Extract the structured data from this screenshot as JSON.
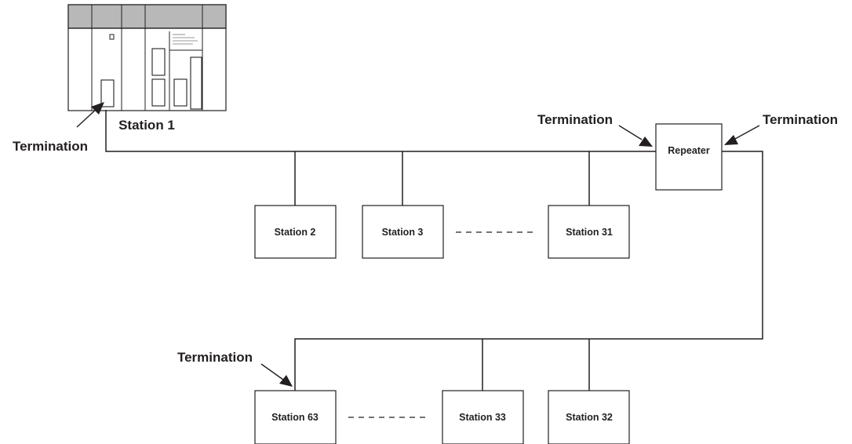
{
  "diagram": {
    "plc": {
      "label": "Station 1"
    },
    "repeater": {
      "label": "Repeater"
    },
    "stations": {
      "s2": "Station 2",
      "s3": "Station 3",
      "s31": "Station 31",
      "s63": "Station 63",
      "s33": "Station 33",
      "s32": "Station 32"
    },
    "terminations": {
      "plc": "Termination",
      "repeater_in": "Termination",
      "repeater_out": "Termination",
      "lower": "Termination"
    }
  }
}
